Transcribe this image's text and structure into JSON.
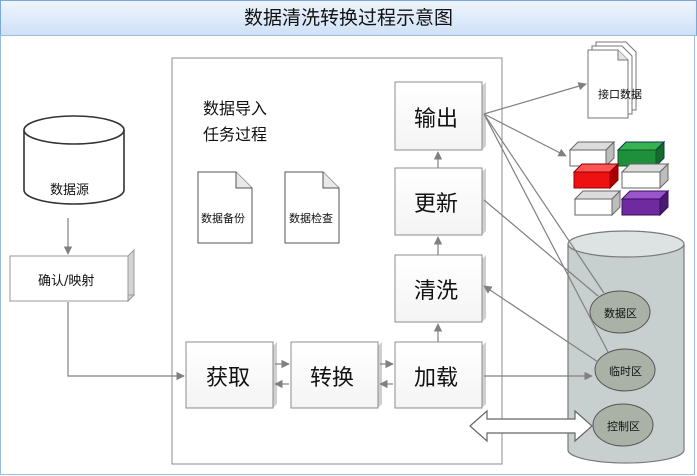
{
  "title": "数据清洗转换过程示意图",
  "labels": {
    "source": "数据源",
    "confirm_map": "确认/映射",
    "task": "数据导入\n任务过程",
    "backup": "数据备份",
    "check": "数据检查",
    "output": "输出",
    "update": "更新",
    "clean": "清洗",
    "acquire": "获取",
    "convert": "转换",
    "load": "加载",
    "interface": "接口数据",
    "data_zone": "数据区",
    "temp_zone": "临时区",
    "control_zone": "控制区"
  },
  "colors": {
    "box_border": "#8c8c8c",
    "cylinder_fill": "#c8cfcf",
    "zone_fill": "#aab2a8",
    "block_green": "#1e8f3a",
    "block_red": "#ee1111",
    "block_purple": "#6e2a9e"
  }
}
